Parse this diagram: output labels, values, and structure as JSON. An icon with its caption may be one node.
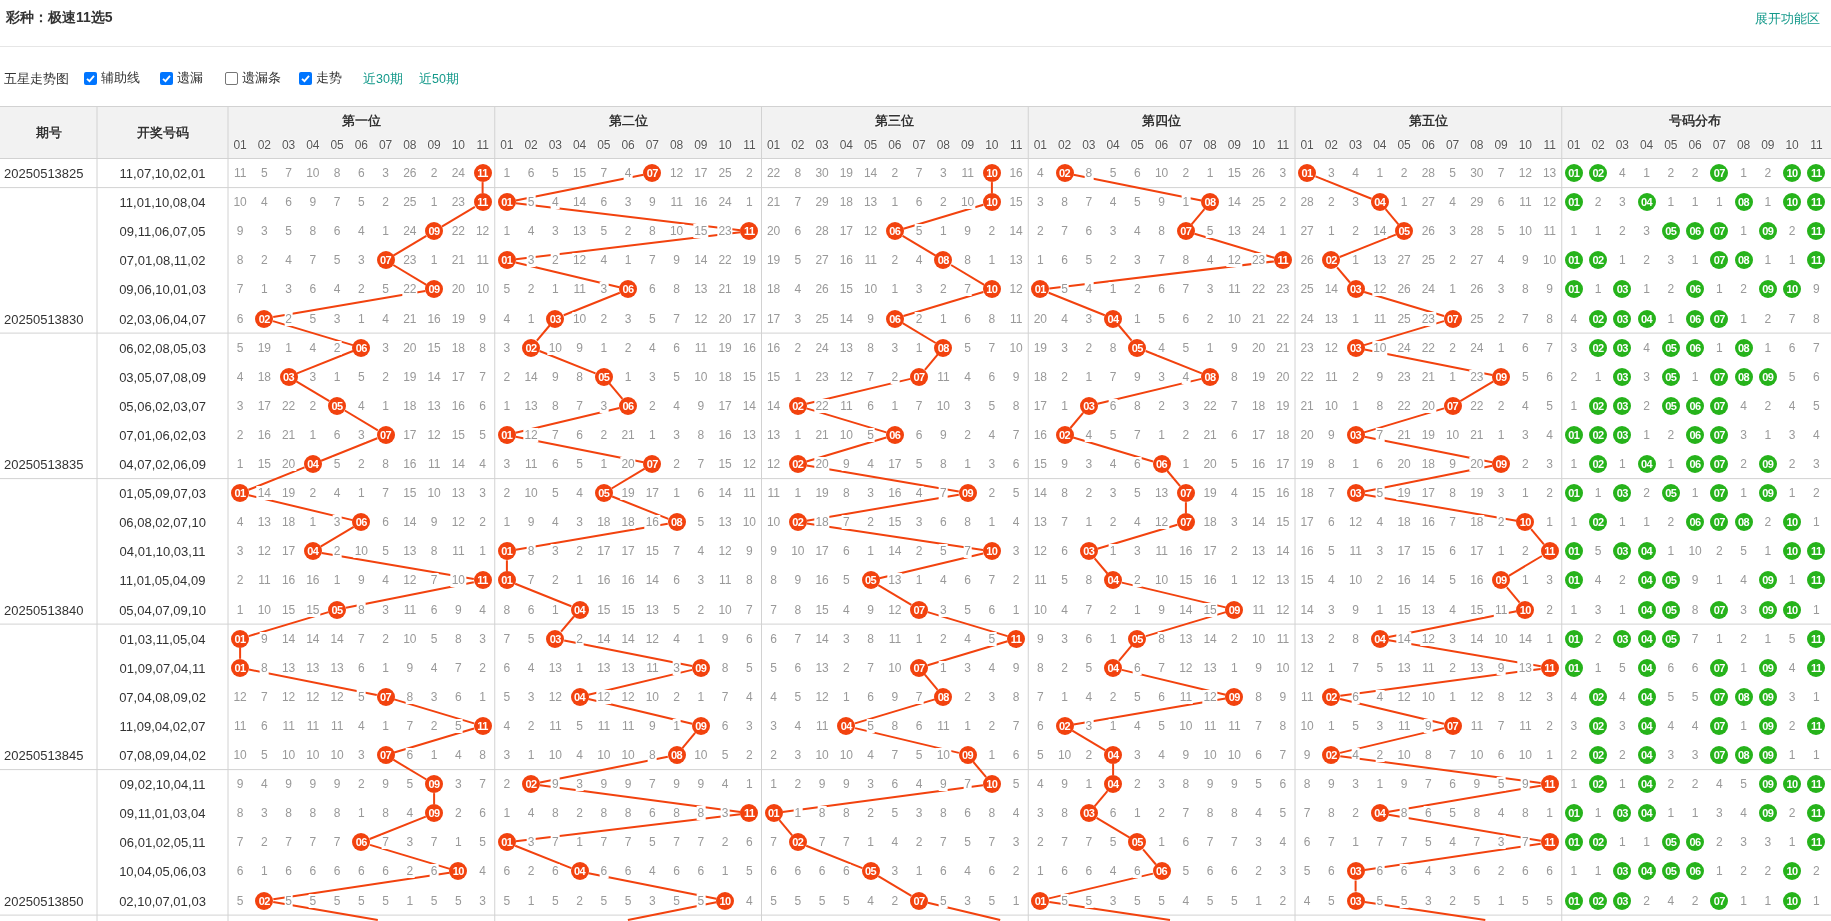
{
  "diagram": {
    "title": "彩种：极速11选5",
    "nodes": [
      {
        "text": [
          "11"
        ]
      },
      {
        "text": [
          "07"
        ]
      },
      {
        "text": [
          "10"
        ]
      },
      {
        "text": [
          "02"
        ]
      },
      {
        "text": [
          "01"
        ]
      },
      {
        "text": [
          "11"
        ]
      },
      {
        "text": [
          "01"
        ]
      },
      {
        "text": [
          "10"
        ]
      },
      {
        "text": [
          "08"
        ]
      },
      {
        "text": [
          "04"
        ]
      },
      {
        "text": [
          "09"
        ]
      },
      {
        "text": [
          "11"
        ]
      },
      {
        "text": [
          "06"
        ]
      },
      {
        "text": [
          "07"
        ]
      },
      {
        "text": [
          "05"
        ]
      },
      {
        "text": [
          "07"
        ]
      },
      {
        "text": [
          "01"
        ]
      },
      {
        "text": [
          "08"
        ]
      },
      {
        "text": [
          "11"
        ]
      },
      {
        "text": [
          "02"
        ]
      },
      {
        "text": [
          "09"
        ]
      },
      {
        "text": [
          "06"
        ]
      },
      {
        "text": [
          "10"
        ]
      },
      {
        "text": [
          "01"
        ]
      },
      {
        "text": [
          "03"
        ]
      },
      {
        "text": [
          "02"
        ]
      },
      {
        "text": [
          "03"
        ]
      },
      {
        "text": [
          "06"
        ]
      },
      {
        "text": [
          "04"
        ]
      },
      {
        "text": [
          "07"
        ]
      },
      {
        "text": [
          "06"
        ]
      },
      {
        "text": [
          "02"
        ]
      },
      {
        "text": [
          "08"
        ]
      },
      {
        "text": [
          "05"
        ]
      },
      {
        "text": [
          "03"
        ]
      },
      {
        "text": [
          "03"
        ]
      },
      {
        "text": [
          "05"
        ]
      },
      {
        "text": [
          "07"
        ]
      },
      {
        "text": [
          "08"
        ]
      },
      {
        "text": [
          "09"
        ]
      },
      {
        "text": [
          "05"
        ]
      },
      {
        "text": [
          "06"
        ]
      },
      {
        "text": [
          "02"
        ]
      },
      {
        "text": [
          "03"
        ]
      },
      {
        "text": [
          "07"
        ]
      },
      {
        "text": [
          "07"
        ]
      },
      {
        "text": [
          "01"
        ]
      },
      {
        "text": [
          "06"
        ]
      },
      {
        "text": [
          "02"
        ]
      },
      {
        "text": [
          "03"
        ]
      },
      {
        "text": [
          "04"
        ]
      },
      {
        "text": [
          "07"
        ]
      },
      {
        "text": [
          "02"
        ]
      },
      {
        "text": [
          "06"
        ]
      },
      {
        "text": [
          "09"
        ]
      },
      {
        "text": [
          "01"
        ]
      },
      {
        "text": [
          "05"
        ]
      },
      {
        "text": [
          "09"
        ]
      },
      {
        "text": [
          "07"
        ]
      },
      {
        "text": [
          "03"
        ]
      },
      {
        "text": [
          "06"
        ]
      },
      {
        "text": [
          "08"
        ]
      },
      {
        "text": [
          "02"
        ]
      },
      {
        "text": [
          "07"
        ]
      },
      {
        "text": [
          "10"
        ]
      },
      {
        "text": [
          "04"
        ]
      },
      {
        "text": [
          "01"
        ]
      },
      {
        "text": [
          "10"
        ]
      },
      {
        "text": [
          "03"
        ]
      },
      {
        "text": [
          "11"
        ]
      },
      {
        "text": [
          "11"
        ]
      },
      {
        "text": [
          "01"
        ]
      },
      {
        "text": [
          "05"
        ]
      },
      {
        "text": [
          "04"
        ]
      },
      {
        "text": [
          "09"
        ]
      },
      {
        "text": [
          "05"
        ]
      },
      {
        "text": [
          "04"
        ]
      },
      {
        "text": [
          "07"
        ]
      },
      {
        "text": [
          "09"
        ]
      },
      {
        "text": [
          "10"
        ]
      },
      {
        "text": [
          "01"
        ]
      },
      {
        "text": [
          "03"
        ]
      },
      {
        "text": [
          "11"
        ]
      },
      {
        "text": [
          "05"
        ]
      },
      {
        "text": [
          "04"
        ]
      },
      {
        "text": [
          "01"
        ]
      },
      {
        "text": [
          "09"
        ]
      },
      {
        "text": [
          "07"
        ]
      },
      {
        "text": [
          "04"
        ]
      },
      {
        "text": [
          "11"
        ]
      },
      {
        "text": [
          "07"
        ]
      },
      {
        "text": [
          "04"
        ]
      },
      {
        "text": [
          "08"
        ]
      },
      {
        "text": [
          "09"
        ]
      },
      {
        "text": [
          "02"
        ]
      },
      {
        "text": [
          "11"
        ]
      },
      {
        "text": [
          "09"
        ]
      },
      {
        "text": [
          "04"
        ]
      },
      {
        "text": [
          "02"
        ]
      },
      {
        "text": [
          "07"
        ]
      },
      {
        "text": [
          "07"
        ]
      },
      {
        "text": [
          "08"
        ]
      },
      {
        "text": [
          "09"
        ]
      },
      {
        "text": [
          "04"
        ]
      },
      {
        "text": [
          "02"
        ]
      },
      {
        "text": [
          "09"
        ]
      },
      {
        "text": [
          "02"
        ]
      },
      {
        "text": [
          "10"
        ]
      },
      {
        "text": [
          "04"
        ]
      },
      {
        "text": [
          "11"
        ]
      },
      {
        "text": [
          "09"
        ]
      },
      {
        "text": [
          "11"
        ]
      },
      {
        "text": [
          "01"
        ]
      },
      {
        "text": [
          "03"
        ]
      },
      {
        "text": [
          "04"
        ]
      },
      {
        "text": [
          "06"
        ]
      },
      {
        "text": [
          "01"
        ]
      },
      {
        "text": [
          "02"
        ]
      },
      {
        "text": [
          "05"
        ]
      },
      {
        "text": [
          "11"
        ]
      },
      {
        "text": [
          "10"
        ]
      },
      {
        "text": [
          "04"
        ]
      },
      {
        "text": [
          "05"
        ]
      },
      {
        "text": [
          "06"
        ]
      },
      {
        "text": [
          "03"
        ]
      },
      {
        "text": [
          "02"
        ]
      },
      {
        "text": [
          "10"
        ]
      },
      {
        "text": [
          "07"
        ]
      },
      {
        "text": [
          "01"
        ]
      },
      {
        "text": [
          "03"
        ]
      }
    ],
    "edges": [
      {
        "from": 0,
        "to": 5,
        "arrow": "none"
      },
      {
        "from": 1,
        "to": 6,
        "arrow": "none"
      },
      {
        "from": 2,
        "to": 7,
        "arrow": "none"
      },
      {
        "from": 3,
        "to": 8,
        "arrow": "none"
      },
      {
        "from": 4,
        "to": 9,
        "arrow": "none"
      },
      {
        "from": 5,
        "to": 10,
        "arrow": "none"
      },
      {
        "from": 6,
        "to": 11,
        "arrow": "none"
      },
      {
        "from": 7,
        "to": 12,
        "arrow": "none"
      },
      {
        "from": 8,
        "to": 13,
        "arrow": "none"
      },
      {
        "from": 9,
        "to": 14,
        "arrow": "none"
      },
      {
        "from": 10,
        "to": 15,
        "arrow": "none"
      },
      {
        "from": 11,
        "to": 16,
        "arrow": "none"
      },
      {
        "from": 12,
        "to": 17,
        "arrow": "none"
      },
      {
        "from": 13,
        "to": 18,
        "arrow": "none"
      },
      {
        "from": 14,
        "to": 19,
        "arrow": "none"
      },
      {
        "from": 15,
        "to": 20,
        "arrow": "none"
      },
      {
        "from": 16,
        "to": 21,
        "arrow": "none"
      },
      {
        "from": 17,
        "to": 22,
        "arrow": "none"
      },
      {
        "from": 18,
        "to": 23,
        "arrow": "none"
      },
      {
        "from": 19,
        "to": 24,
        "arrow": "none"
      },
      {
        "from": 20,
        "to": 25,
        "arrow": "none"
      },
      {
        "from": 21,
        "to": 26,
        "arrow": "none"
      },
      {
        "from": 22,
        "to": 27,
        "arrow": "none"
      },
      {
        "from": 23,
        "to": 28,
        "arrow": "none"
      },
      {
        "from": 24,
        "to": 29,
        "arrow": "none"
      },
      {
        "from": 25,
        "to": 30,
        "arrow": "none"
      },
      {
        "from": 26,
        "to": 31,
        "arrow": "none"
      },
      {
        "from": 27,
        "to": 32,
        "arrow": "none"
      },
      {
        "from": 28,
        "to": 33,
        "arrow": "none"
      },
      {
        "from": 29,
        "to": 34,
        "arrow": "none"
      },
      {
        "from": 30,
        "to": 35,
        "arrow": "none"
      },
      {
        "from": 31,
        "to": 36,
        "arrow": "none"
      },
      {
        "from": 32,
        "to": 37,
        "arrow": "none"
      },
      {
        "from": 33,
        "to": 38,
        "arrow": "none"
      },
      {
        "from": 34,
        "to": 39,
        "arrow": "none"
      },
      {
        "from": 35,
        "to": 40,
        "arrow": "none"
      },
      {
        "from": 36,
        "to": 41,
        "arrow": "none"
      },
      {
        "from": 37,
        "to": 42,
        "arrow": "none"
      },
      {
        "from": 38,
        "to": 43,
        "arrow": "none"
      },
      {
        "from": 39,
        "to": 44,
        "arrow": "none"
      },
      {
        "from": 40,
        "to": 45,
        "arrow": "none"
      },
      {
        "from": 41,
        "to": 46,
        "arrow": "none"
      },
      {
        "from": 42,
        "to": 47,
        "arrow": "none"
      },
      {
        "from": 43,
        "to": 48,
        "arrow": "none"
      },
      {
        "from": 44,
        "to": 49,
        "arrow": "none"
      },
      {
        "from": 45,
        "to": 50,
        "arrow": "none"
      },
      {
        "from": 46,
        "to": 51,
        "arrow": "none"
      },
      {
        "from": 47,
        "to": 52,
        "arrow": "none"
      },
      {
        "from": 48,
        "to": 53,
        "arrow": "none"
      },
      {
        "from": 49,
        "to": 54,
        "arrow": "none"
      },
      {
        "from": 50,
        "to": 55,
        "arrow": "none"
      },
      {
        "from": 51,
        "to": 56,
        "arrow": "none"
      },
      {
        "from": 52,
        "to": 57,
        "arrow": "none"
      },
      {
        "from": 53,
        "to": 58,
        "arrow": "none"
      },
      {
        "from": 54,
        "to": 59,
        "arrow": "none"
      },
      {
        "from": 55,
        "to": 60,
        "arrow": "none"
      },
      {
        "from": 56,
        "to": 61,
        "arrow": "none"
      },
      {
        "from": 57,
        "to": 62,
        "arrow": "none"
      },
      {
        "from": 58,
        "to": 63,
        "arrow": "none"
      },
      {
        "from": 59,
        "to": 64,
        "arrow": "none"
      },
      {
        "from": 60,
        "to": 65,
        "arrow": "none"
      },
      {
        "from": 61,
        "to": 66,
        "arrow": "none"
      },
      {
        "from": 62,
        "to": 67,
        "arrow": "none"
      },
      {
        "from": 63,
        "to": 68,
        "arrow": "none"
      },
      {
        "from": 64,
        "to": 69,
        "arrow": "none"
      },
      {
        "from": 65,
        "to": 70,
        "arrow": "none"
      },
      {
        "from": 66,
        "to": 71,
        "arrow": "none"
      },
      {
        "from": 67,
        "to": 72,
        "arrow": "none"
      },
      {
        "from": 68,
        "to": 73,
        "arrow": "none"
      },
      {
        "from": 69,
        "to": 74,
        "arrow": "none"
      },
      {
        "from": 70,
        "to": 75,
        "arrow": "none"
      },
      {
        "from": 71,
        "to": 76,
        "arrow": "none"
      },
      {
        "from": 72,
        "to": 77,
        "arrow": "none"
      },
      {
        "from": 73,
        "to": 78,
        "arrow": "none"
      },
      {
        "from": 74,
        "to": 79,
        "arrow": "none"
      },
      {
        "from": 75,
        "to": 80,
        "arrow": "none"
      },
      {
        "from": 76,
        "to": 81,
        "arrow": "none"
      },
      {
        "from": 77,
        "to": 82,
        "arrow": "none"
      },
      {
        "from": 78,
        "to": 83,
        "arrow": "none"
      },
      {
        "from": 79,
        "to": 84,
        "arrow": "none"
      },
      {
        "from": 80,
        "to": 85,
        "arrow": "none"
      },
      {
        "from": 81,
        "to": 86,
        "arrow": "none"
      },
      {
        "from": 82,
        "to": 87,
        "arrow": "none"
      },
      {
        "from": 83,
        "to": 88,
        "arrow": "none"
      },
      {
        "from": 84,
        "to": 89,
        "arrow": "none"
      },
      {
        "from": 85,
        "to": 90,
        "arrow": "none"
      },
      {
        "from": 86,
        "to": 91,
        "arrow": "none"
      },
      {
        "from": 87,
        "to": 92,
        "arrow": "none"
      },
      {
        "from": 88,
        "to": 93,
        "arrow": "none"
      },
      {
        "from": 89,
        "to": 94,
        "arrow": "none"
      },
      {
        "from": 90,
        "to": 95,
        "arrow": "none"
      },
      {
        "from": 91,
        "to": 96,
        "arrow": "none"
      },
      {
        "from": 92,
        "to": 97,
        "arrow": "none"
      },
      {
        "from": 93,
        "to": 98,
        "arrow": "none"
      },
      {
        "from": 94,
        "to": 99,
        "arrow": "none"
      },
      {
        "from": 95,
        "to": 100,
        "arrow": "none"
      },
      {
        "from": 96,
        "to": 101,
        "arrow": "none"
      },
      {
        "from": 97,
        "to": 102,
        "arrow": "none"
      },
      {
        "from": 98,
        "to": 103,
        "arrow": "none"
      },
      {
        "from": 99,
        "to": 104,
        "arrow": "none"
      },
      {
        "from": 100,
        "to": 105,
        "arrow": "none"
      },
      {
        "from": 101,
        "to": 106,
        "arrow": "none"
      },
      {
        "from": 102,
        "to": 107,
        "arrow": "none"
      },
      {
        "from": 103,
        "to": 108,
        "arrow": "none"
      },
      {
        "from": 104,
        "to": 109,
        "arrow": "none"
      },
      {
        "from": 105,
        "to": 110,
        "arrow": "none"
      },
      {
        "from": 106,
        "to": 111,
        "arrow": "none"
      },
      {
        "from": 107,
        "to": 112,
        "arrow": "none"
      },
      {
        "from": 108,
        "to": 113,
        "arrow": "none"
      },
      {
        "from": 109,
        "to": 114,
        "arrow": "none"
      },
      {
        "from": 110,
        "to": 115,
        "arrow": "none"
      },
      {
        "from": 111,
        "to": 116,
        "arrow": "none"
      },
      {
        "from": 112,
        "to": 117,
        "arrow": "none"
      },
      {
        "from": 113,
        "to": 118,
        "arrow": "none"
      },
      {
        "from": 114,
        "to": 119,
        "arrow": "none"
      },
      {
        "from": 115,
        "to": 120,
        "arrow": "none"
      },
      {
        "from": 116,
        "to": 121,
        "arrow": "none"
      },
      {
        "from": 117,
        "to": 122,
        "arrow": "none"
      },
      {
        "from": 118,
        "to": 123,
        "arrow": "none"
      },
      {
        "from": 119,
        "to": 124,
        "arrow": "none"
      },
      {
        "from": 120,
        "to": 125,
        "arrow": "none"
      },
      {
        "from": 121,
        "to": 126,
        "arrow": "none"
      },
      {
        "from": 122,
        "to": 127,
        "arrow": "none"
      },
      {
        "from": 123,
        "to": 128,
        "arrow": "none"
      },
      {
        "from": 124,
        "to": 129,
        "arrow": "none"
      },
      {
        "from": 125,
        "to": null,
        "arrow": "none"
      },
      {
        "from": 126,
        "to": null,
        "arrow": "none"
      },
      {
        "from": 127,
        "to": null,
        "arrow": "none"
      },
      {
        "from": 128,
        "to": null,
        "arrow": "none"
      },
      {
        "from": 129,
        "to": null,
        "arrow": "none"
      }
    ],
    "labels": [
      "展开功能区",
      "五星走势图",
      "辅助线",
      "遗漏",
      "遗漏条",
      "走势",
      "近30期",
      "近50期",
      "期号",
      "开奖号码",
      "第一位",
      "第二位",
      "第三位",
      "第四位",
      "第五位",
      "号码分布",
      "01",
      "02",
      "03",
      "04",
      "05",
      "06",
      "07",
      "08",
      "09",
      "10",
      "11",
      "01",
      "02",
      "03",
      "04",
      "05",
      "06",
      "07",
      "08",
      "09",
      "10",
      "11",
      "01",
      "02",
      "03",
      "04",
      "05",
      "06",
      "07",
      "08",
      "09",
      "10",
      "11",
      "01",
      "02",
      "03",
      "04",
      "05",
      "06",
      "07",
      "08",
      "09",
      "10",
      "11",
      "01",
      "02",
      "03",
      "04",
      "05",
      "06",
      "07",
      "08",
      "09",
      "10",
      "11",
      "01",
      "02",
      "03",
      "04",
      "05",
      "06",
      "07",
      "08",
      "09",
      "10",
      "11",
      "20250513825",
      "11,07,10,02,01",
      "11",
      "5",
      "7",
      "10",
      "8",
      "6",
      "3",
      "26",
      "2",
      "24",
      "1",
      "6",
      "5",
      "15",
      "7",
      "4",
      "12",
      "17",
      "25",
      "2",
      "22",
      "8",
      "30",
      "19",
      "14",
      "2",
      "7",
      "3",
      "11",
      "16",
      "4",
      "8",
      "5",
      "6",
      "10",
      "2",
      "1",
      "15",
      "26",
      "3",
      "3",
      "4",
      "1",
      "2",
      "28",
      "5",
      "30",
      "7",
      "12",
      "13",
      "01",
      "02",
      "4",
      "1",
      "2",
      "2",
      "07",
      "1",
      "2",
      "10",
      "11",
      "11,01,10,08,04",
      "10",
      "4",
      "6",
      "9",
      "7",
      "5",
      "2",
      "25",
      "1",
      "23",
      "5",
      "4",
      "14",
      "6",
      "3",
      "9",
      "11",
      "16",
      "24",
      "1",
      "21",
      "7",
      "29",
      "18",
      "13",
      "1",
      "6",
      "2",
      "10",
      "15",
      "3",
      "8",
      "7",
      "4",
      "5",
      "9",
      "1",
      "14",
      "25",
      "2",
      "28",
      "2",
      "3",
      "1",
      "27",
      "4",
      "29",
      "6",
      "11",
      "12",
      "01",
      "2",
      "3",
      "04",
      "1",
      "1",
      "1",
      "08",
      "1",
      "10",
      "11",
      "09,11,06,07,05",
      "9",
      "3",
      "5",
      "8",
      "6",
      "4",
      "1",
      "24",
      "22",
      "12",
      "1",
      "4",
      "3",
      "13",
      "5",
      "2",
      "8",
      "10",
      "15",
      "23",
      "20",
      "6",
      "28",
      "17",
      "12",
      "5",
      "1",
      "9",
      "2",
      "14",
      "2",
      "7",
      "6",
      "3",
      "4",
      "8",
      "5",
      "13",
      "24",
      "1",
      "27",
      "1",
      "2",
      "14",
      "26",
      "3",
      "28",
      "5",
      "10",
      "11",
      "1",
      "1",
      "2",
      "3",
      "05",
      "06",
      "07",
      "1",
      "09",
      "2",
      "11",
      "07,01,08,11,02",
      "8",
      "2",
      "4",
      "7",
      "5",
      "3",
      "23",
      "1",
      "21",
      "11",
      "3",
      "2",
      "12",
      "4",
      "1",
      "7",
      "9",
      "14",
      "22",
      "19",
      "19",
      "5",
      "27",
      "16",
      "11",
      "2",
      "4",
      "8",
      "1",
      "13",
      "1",
      "6",
      "5",
      "2",
      "3",
      "7",
      "8",
      "4",
      "12",
      "23",
      "26",
      "1",
      "13",
      "27",
      "25",
      "2",
      "27",
      "4",
      "9",
      "10",
      "01",
      "02",
      "1",
      "2",
      "3",
      "1",
      "07",
      "08",
      "1",
      "1",
      "11",
      "09,06,10,01,03",
      "7",
      "1",
      "3",
      "6",
      "4",
      "2",
      "5",
      "22",
      "20",
      "10",
      "5",
      "2",
      "1",
      "11",
      "3",
      "6",
      "8",
      "13",
      "21",
      "18",
      "18",
      "4",
      "26",
      "15",
      "10",
      "1",
      "3",
      "2",
      "7",
      "12",
      "5",
      "4",
      "1",
      "2",
      "6",
      "7",
      "3",
      "11",
      "22",
      "23",
      "25",
      "14",
      "12",
      "26",
      "24",
      "1",
      "26",
      "3",
      "8",
      "9",
      "01",
      "1",
      "03",
      "1",
      "2",
      "06",
      "1",
      "2",
      "09",
      "10",
      "9",
      "20250513830",
      "02,03,06,04,07",
      "6",
      "2",
      "5",
      "3",
      "1",
      "4",
      "21",
      "16",
      "19",
      "9",
      "4",
      "1",
      "10",
      "2",
      "3",
      "5",
      "7",
      "12",
      "20",
      "17",
      "17",
      "3",
      "25",
      "14",
      "9",
      "2",
      "1",
      "6",
      "8",
      "11",
      "20",
      "4",
      "3",
      "1",
      "5",
      "6",
      "2",
      "10",
      "21",
      "22",
      "24",
      "13",
      "1",
      "11",
      "25",
      "23",
      "25",
      "2",
      "7",
      "8",
      "4",
      "02",
      "03",
      "04",
      "1",
      "06",
      "07",
      "1",
      "2",
      "7",
      "8",
      "06,02,08,05,03",
      "5",
      "19",
      "1",
      "4",
      "2",
      "3",
      "20",
      "15",
      "18",
      "8",
      "3",
      "10",
      "9",
      "1",
      "2",
      "4",
      "6",
      "11",
      "19",
      "16",
      "16",
      "2",
      "24",
      "13",
      "8",
      "3",
      "1",
      "5",
      "7",
      "10",
      "19",
      "3",
      "2",
      "8",
      "4",
      "5",
      "1",
      "9",
      "20",
      "21",
      "23",
      "12",
      "10",
      "24",
      "22",
      "2",
      "24",
      "1",
      "6",
      "7",
      "3",
      "02",
      "03",
      "4",
      "05",
      "06",
      "1",
      "08",
      "1",
      "6",
      "7",
      "03,05,07,08,09",
      "4",
      "18",
      "3",
      "1",
      "5",
      "2",
      "19",
      "14",
      "17",
      "7",
      "2",
      "14",
      "9",
      "8",
      "1",
      "3",
      "5",
      "10",
      "18",
      "15",
      "15",
      "1",
      "23",
      "12",
      "7",
      "2",
      "11",
      "4",
      "6",
      "9",
      "18",
      "2",
      "1",
      "7",
      "9",
      "3",
      "4",
      "8",
      "19",
      "20",
      "22",
      "11",
      "2",
      "9",
      "23",
      "21",
      "1",
      "23",
      "5",
      "6",
      "2",
      "1",
      "03",
      "3",
      "05",
      "1",
      "07",
      "08",
      "09",
      "5",
      "6",
      "05,06,02,03,07",
      "3",
      "17",
      "22",
      "2",
      "4",
      "1",
      "18",
      "13",
      "16",
      "6",
      "1",
      "13",
      "8",
      "7",
      "3",
      "2",
      "4",
      "9",
      "17",
      "14",
      "14",
      "22",
      "11",
      "6",
      "1",
      "7",
      "10",
      "3",
      "5",
      "8",
      "17",
      "1",
      "6",
      "8",
      "2",
      "3",
      "22",
      "7",
      "18",
      "19",
      "21",
      "10",
      "1",
      "8",
      "22",
      "20",
      "22",
      "2",
      "4",
      "5",
      "1",
      "02",
      "03",
      "2",
      "05",
      "06",
      "07",
      "4",
      "2",
      "4",
      "5",
      "07,01,06,02,03",
      "2",
      "16",
      "21",
      "1",
      "6",
      "3",
      "17",
      "12",
      "15",
      "5",
      "12",
      "7",
      "6",
      "2",
      "21",
      "1",
      "3",
      "8",
      "16",
      "13",
      "13",
      "1",
      "21",
      "10",
      "5",
      "6",
      "9",
      "2",
      "4",
      "7",
      "16",
      "4",
      "5",
      "7",
      "1",
      "2",
      "21",
      "6",
      "17",
      "18",
      "20",
      "9",
      "7",
      "21",
      "19",
      "10",
      "21",
      "1",
      "3",
      "4",
      "01",
      "02",
      "03",
      "1",
      "2",
      "06",
      "07",
      "3",
      "1",
      "3",
      "4",
      "20250513835",
      "04,07,02,06,09",
      "1",
      "15",
      "20",
      "5",
      "2",
      "8",
      "16",
      "11",
      "14",
      "4",
      "3",
      "11",
      "6",
      "5",
      "1",
      "20",
      "2",
      "7",
      "15",
      "12",
      "12",
      "20",
      "9",
      "4",
      "17",
      "5",
      "8",
      "1",
      "3",
      "6",
      "15",
      "9",
      "3",
      "4",
      "6",
      "1",
      "20",
      "5",
      "16",
      "17",
      "19",
      "8",
      "1",
      "6",
      "20",
      "18",
      "9",
      "20",
      "2",
      "3",
      "1",
      "02",
      "1",
      "04",
      "1",
      "06",
      "07",
      "2",
      "09",
      "2",
      "3",
      "01,05,09,07,03",
      "14",
      "19",
      "2",
      "4",
      "1",
      "7",
      "15",
      "10",
      "13",
      "3",
      "2",
      "10",
      "5",
      "4",
      "19",
      "17",
      "1",
      "6",
      "14",
      "11",
      "11",
      "1",
      "19",
      "8",
      "3",
      "16",
      "4",
      "7",
      "2",
      "5",
      "14",
      "8",
      "2",
      "3",
      "5",
      "13",
      "19",
      "4",
      "15",
      "16",
      "18",
      "7",
      "5",
      "19",
      "17",
      "8",
      "19",
      "3",
      "1",
      "2",
      "01",
      "1",
      "03",
      "2",
      "05",
      "1",
      "07",
      "1",
      "09",
      "1",
      "2",
      "06,08,02,07,10",
      "4",
      "13",
      "18",
      "1",
      "3",
      "6",
      "14",
      "9",
      "12",
      "2",
      "1",
      "9",
      "4",
      "3",
      "18",
      "18",
      "16",
      "5",
      "13",
      "10",
      "10",
      "18",
      "7",
      "2",
      "15",
      "3",
      "6",
      "8",
      "1",
      "4",
      "13",
      "7",
      "1",
      "2",
      "4",
      "12",
      "18",
      "3",
      "14",
      "15",
      "17",
      "6",
      "12",
      "4",
      "18",
      "16",
      "7",
      "18",
      "2",
      "1",
      "1",
      "02",
      "1",
      "1",
      "2",
      "06",
      "07",
      "08",
      "2",
      "10",
      "1",
      "04,01,10,03,11",
      "3",
      "12",
      "17",
      "2",
      "10",
      "5",
      "13",
      "8",
      "11",
      "1",
      "8",
      "3",
      "2",
      "17",
      "17",
      "15",
      "7",
      "4",
      "12",
      "9",
      "9",
      "10",
      "17",
      "6",
      "1",
      "14",
      "2",
      "5",
      "7",
      "3",
      "12",
      "6",
      "1",
      "3",
      "11",
      "16",
      "17",
      "2",
      "13",
      "14",
      "16",
      "5",
      "11",
      "3",
      "17",
      "15",
      "6",
      "17",
      "1",
      "2",
      "01",
      "5",
      "03",
      "04",
      "1",
      "10",
      "2",
      "5",
      "1",
      "10",
      "11",
      "11,01,05,04,09",
      "2",
      "11",
      "16",
      "16",
      "1",
      "9",
      "4",
      "12",
      "7",
      "10",
      "7",
      "2",
      "1",
      "16",
      "16",
      "14",
      "6",
      "3",
      "11",
      "8",
      "8",
      "9",
      "16",
      "5",
      "13",
      "1",
      "4",
      "6",
      "7",
      "2",
      "11",
      "5",
      "8",
      "2",
      "10",
      "15",
      "16",
      "1",
      "12",
      "13",
      "15",
      "4",
      "10",
      "2",
      "16",
      "14",
      "5",
      "16",
      "1",
      "3",
      "01",
      "4",
      "2",
      "04",
      "05",
      "9",
      "1",
      "4",
      "09",
      "1",
      "11",
      "20250513840",
      "05,04,07,09,10",
      "1",
      "10",
      "15",
      "15",
      "8",
      "3",
      "11",
      "6",
      "9",
      "4",
      "8",
      "6",
      "1",
      "15",
      "15",
      "13",
      "5",
      "2",
      "10",
      "7",
      "7",
      "8",
      "15",
      "4",
      "9",
      "12",
      "3",
      "5",
      "6",
      "1",
      "10",
      "4",
      "7",
      "2",
      "1",
      "9",
      "14",
      "15",
      "11",
      "12",
      "14",
      "3",
      "9",
      "1",
      "15",
      "13",
      "4",
      "15",
      "11",
      "2",
      "1",
      "3",
      "1",
      "04",
      "05",
      "8",
      "07",
      "3",
      "09",
      "10",
      "1",
      "01,03,11,05,04",
      "9",
      "14",
      "14",
      "14",
      "7",
      "2",
      "10",
      "5",
      "8",
      "3",
      "7",
      "5",
      "2",
      "14",
      "14",
      "12",
      "4",
      "1",
      "9",
      "6",
      "6",
      "7",
      "14",
      "3",
      "8",
      "11",
      "1",
      "2",
      "4",
      "5",
      "9",
      "3",
      "6",
      "1",
      "8",
      "13",
      "14",
      "2",
      "10",
      "11",
      "13",
      "2",
      "8",
      "14",
      "12",
      "3",
      "14",
      "10",
      "14",
      "1",
      "01",
      "2",
      "03",
      "04",
      "05",
      "7",
      "1",
      "2",
      "1",
      "5",
      "11",
      "01,09,07,04,11",
      "8",
      "13",
      "13",
      "13",
      "6",
      "1",
      "9",
      "4",
      "7",
      "2",
      "6",
      "4",
      "13",
      "1",
      "13",
      "13",
      "11",
      "3",
      "8",
      "5",
      "5",
      "6",
      "13",
      "2",
      "7",
      "10",
      "1",
      "3",
      "4",
      "9",
      "8",
      "2",
      "5",
      "6",
      "7",
      "12",
      "13",
      "1",
      "9",
      "10",
      "12",
      "1",
      "7",
      "5",
      "13",
      "11",
      "2",
      "13",
      "9",
      "13",
      "01",
      "1",
      "5",
      "04",
      "6",
      "6",
      "07",
      "1",
      "09",
      "4",
      "11",
      "07,04,08,09,02",
      "12",
      "7",
      "12",
      "12",
      "12",
      "5",
      "8",
      "3",
      "6",
      "1",
      "5",
      "3",
      "12",
      "12",
      "12",
      "10",
      "2",
      "1",
      "7",
      "4",
      "4",
      "5",
      "12",
      "1",
      "6",
      "9",
      "7",
      "2",
      "3",
      "8",
      "7",
      "1",
      "4",
      "2",
      "5",
      "6",
      "11",
      "12",
      "8",
      "9",
      "11",
      "6",
      "4",
      "12",
      "10",
      "1",
      "12",
      "8",
      "12",
      "3",
      "4",
      "02",
      "4",
      "04",
      "5",
      "5",
      "07",
      "08",
      "09",
      "3",
      "1",
      "11,09,04,02,07",
      "11",
      "6",
      "11",
      "11",
      "11",
      "4",
      "1",
      "7",
      "2",
      "5",
      "4",
      "2",
      "11",
      "5",
      "11",
      "11",
      "9",
      "1",
      "6",
      "3",
      "3",
      "4",
      "11",
      "5",
      "8",
      "6",
      "11",
      "1",
      "2",
      "7",
      "6",
      "3",
      "1",
      "4",
      "5",
      "10",
      "11",
      "11",
      "7",
      "8",
      "10",
      "1",
      "5",
      "3",
      "11",
      "9",
      "11",
      "7",
      "11",
      "2",
      "3",
      "02",
      "3",
      "04",
      "4",
      "4",
      "07",
      "1",
      "09",
      "2",
      "11",
      "20250513845",
      "07,08,09,04,02",
      "10",
      "5",
      "10",
      "10",
      "10",
      "3",
      "6",
      "1",
      "4",
      "8",
      "3",
      "1",
      "10",
      "4",
      "10",
      "10",
      "8",
      "10",
      "5",
      "2",
      "2",
      "3",
      "10",
      "10",
      "4",
      "7",
      "5",
      "10",
      "1",
      "6",
      "5",
      "10",
      "2",
      "3",
      "4",
      "9",
      "10",
      "10",
      "6",
      "7",
      "9",
      "4",
      "2",
      "10",
      "8",
      "7",
      "10",
      "6",
      "10",
      "1",
      "2",
      "02",
      "2",
      "04",
      "3",
      "3",
      "07",
      "08",
      "09",
      "1",
      "1",
      "09,02,10,04,11",
      "9",
      "4",
      "9",
      "9",
      "9",
      "2",
      "9",
      "5",
      "3",
      "7",
      "2",
      "9",
      "3",
      "9",
      "9",
      "7",
      "9",
      "9",
      "4",
      "1",
      "1",
      "2",
      "9",
      "9",
      "3",
      "6",
      "4",
      "9",
      "7",
      "5",
      "4",
      "9",
      "1",
      "2",
      "3",
      "8",
      "9",
      "9",
      "5",
      "6",
      "8",
      "9",
      "3",
      "1",
      "9",
      "7",
      "6",
      "9",
      "5",
      "9",
      "1",
      "02",
      "1",
      "04",
      "2",
      "2",
      "4",
      "5",
      "09",
      "10",
      "11",
      "09,11,01,03,04",
      "8",
      "3",
      "8",
      "8",
      "8",
      "1",
      "8",
      "4",
      "2",
      "6",
      "1",
      "4",
      "8",
      "2",
      "8",
      "8",
      "6",
      "8",
      "8",
      "3",
      "1",
      "8",
      "8",
      "2",
      "5",
      "3",
      "8",
      "6",
      "8",
      "4",
      "3",
      "8",
      "6",
      "1",
      "2",
      "7",
      "8",
      "8",
      "4",
      "5",
      "7",
      "8",
      "2",
      "8",
      "6",
      "5",
      "8",
      "4",
      "8",
      "1",
      "01",
      "1",
      "03",
      "04",
      "1",
      "1",
      "3",
      "4",
      "09",
      "2",
      "11",
      "06,01,02,05,11",
      "7",
      "2",
      "7",
      "7",
      "7",
      "7",
      "3",
      "7",
      "1",
      "5",
      "3",
      "7",
      "1",
      "7",
      "7",
      "5",
      "7",
      "7",
      "2",
      "6",
      "7",
      "7",
      "7",
      "1",
      "4",
      "2",
      "7",
      "5",
      "7",
      "3",
      "2",
      "7",
      "7",
      "5",
      "1",
      "6",
      "7",
      "7",
      "3",
      "4",
      "6",
      "7",
      "1",
      "7",
      "7",
      "5",
      "4",
      "7",
      "3",
      "7",
      "01",
      "02",
      "1",
      "1",
      "05",
      "06",
      "2",
      "3",
      "3",
      "1",
      "11",
      "10,04,05,06,03",
      "6",
      "1",
      "6",
      "6",
      "6",
      "6",
      "6",
      "2",
      "6",
      "4",
      "6",
      "2",
      "6",
      "6",
      "6",
      "4",
      "6",
      "6",
      "1",
      "5",
      "6",
      "6",
      "6",
      "6",
      "3",
      "1",
      "6",
      "4",
      "6",
      "2",
      "1",
      "6",
      "6",
      "4",
      "6",
      "5",
      "6",
      "6",
      "2",
      "3",
      "5",
      "6",
      "6",
      "6",
      "4",
      "3",
      "6",
      "2",
      "6",
      "6",
      "1",
      "1",
      "03",
      "04",
      "05",
      "06",
      "1",
      "2",
      "2",
      "10",
      "2",
      "20250513850",
      "02,10,07,01,03",
      "5",
      "5",
      "5",
      "5",
      "5",
      "5",
      "1",
      "5",
      "5",
      "3",
      "5",
      "1",
      "5",
      "2",
      "5",
      "5",
      "3",
      "5",
      "5",
      "4",
      "5",
      "5",
      "5",
      "5",
      "4",
      "2",
      "5",
      "3",
      "5",
      "1",
      "5",
      "5",
      "3",
      "5",
      "5",
      "4",
      "5",
      "5",
      "1",
      "2",
      "4",
      "5",
      "5",
      "5",
      "3",
      "2",
      "5",
      "1",
      "5",
      "5",
      "01",
      "02",
      "03",
      "2",
      "4",
      "2",
      "07",
      "1",
      "1",
      "10",
      "1"
    ]
  }
}
